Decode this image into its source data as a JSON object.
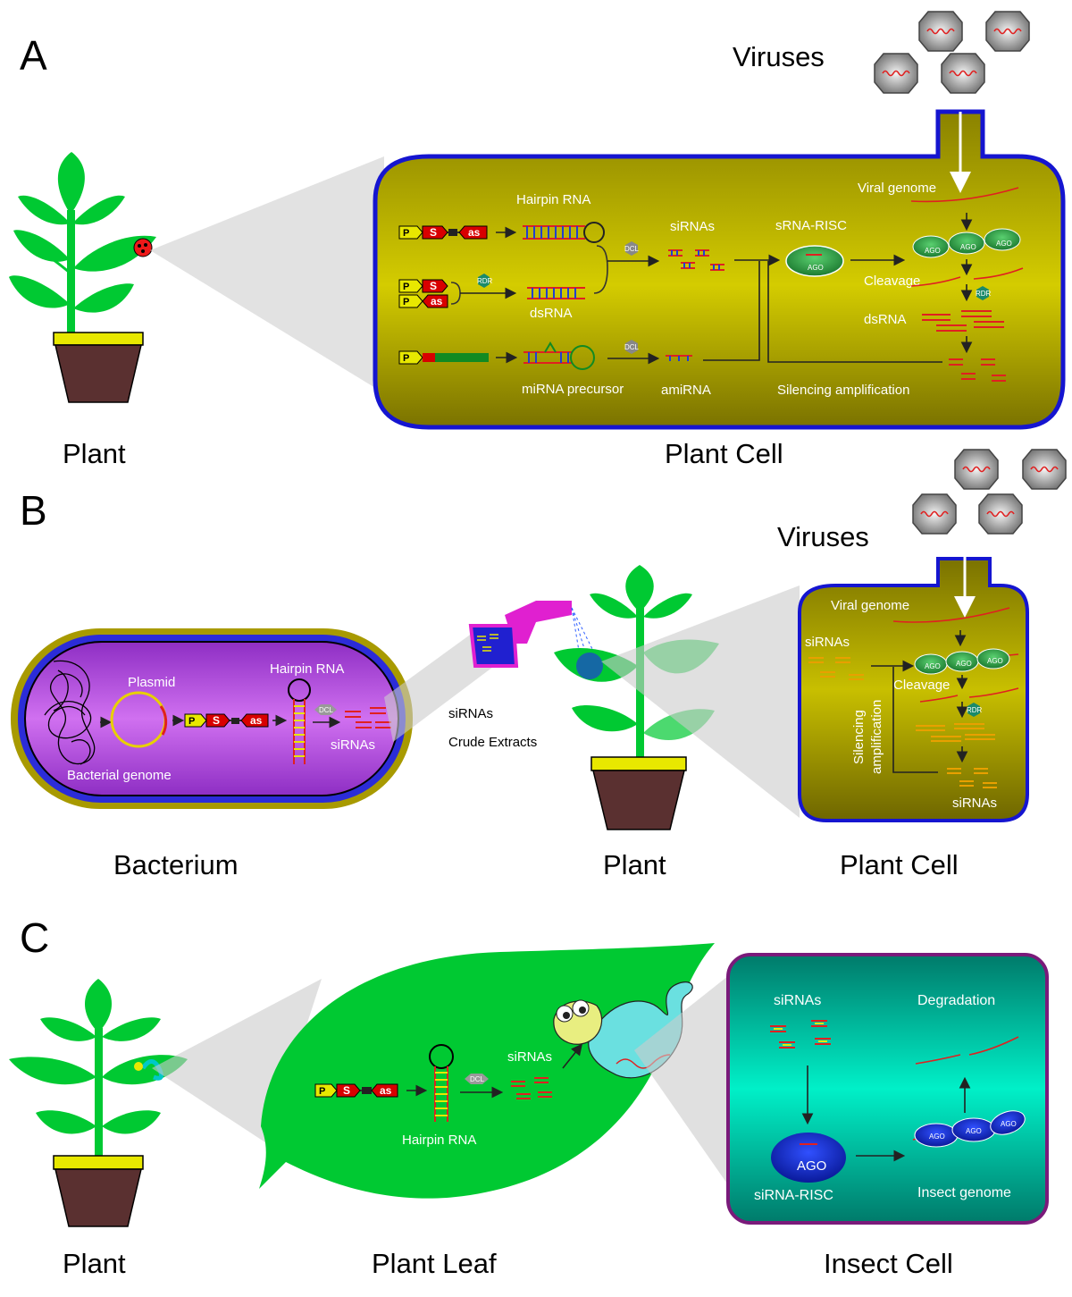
{
  "panels": {
    "a": {
      "letter": "A",
      "viruses_label": "Viruses",
      "plant_label": "Plant",
      "cell_label": "Plant Cell",
      "labels": {
        "hairpin": "Hairpin RNA",
        "sirnas": "siRNAs",
        "srna_risc": "sRNA-RISC",
        "viral_genome": "Viral genome",
        "cleavage": "Cleavage",
        "dsrna_left": "dsRNA",
        "dsrna_right": "dsRNA",
        "mirna_precursor": "miRNA precursor",
        "amirna": "amiRNA",
        "silencing_amp": "Silencing amplification",
        "dcl": "DCL",
        "rdr": "RDR",
        "ago": "AGO",
        "p": "P",
        "s": "S",
        "as": "as"
      }
    },
    "b": {
      "letter": "B",
      "viruses_label": "Viruses",
      "bacterium_label": "Bacterium",
      "plant_label": "Plant",
      "cell_label": "Plant Cell",
      "labels": {
        "plasmid": "Plasmid",
        "hairpin": "Hairpin RNA",
        "dcl": "DCL",
        "sirnas_bact": "siRNAs",
        "bacterial_genome": "Bacterial genome",
        "spray_line1": "siRNAs",
        "spray_line2": "Crude Extracts",
        "viral_genome": "Viral genome",
        "sirnas_cell": "siRNAs",
        "cleavage": "Cleavage",
        "silencing": "Silencing",
        "amplification": "amplification",
        "sirnas_bottom": "siRNAs",
        "rdr": "RDR",
        "ago": "AGO",
        "p": "P",
        "s": "S",
        "as": "as"
      }
    },
    "c": {
      "letter": "C",
      "plant_label": "Plant",
      "leaf_label": "Plant Leaf",
      "cell_label": "Insect Cell",
      "labels": {
        "dcl": "DCL",
        "sirnas_leaf": "siRNAs",
        "hairpin": "Hairpin RNA",
        "sirnas_cell": "siRNAs",
        "degradation": "Degradation",
        "ago": "AGO",
        "sirna_risc": "siRNA-RISC",
        "insect_genome": "Insect genome",
        "p": "P",
        "s": "S",
        "as": "as"
      }
    }
  },
  "colors": {
    "leaf": "#00c932",
    "pot_rim": "#e8e800",
    "pot": "#5a3030",
    "cell_fill": "#a39900",
    "cell_border": "#1515d0",
    "bacterium": "#a040d0",
    "insect_cell": "#00c8a8",
    "insect_border": "#7a1a7a",
    "rna": "#e02020",
    "ago": "#2ea84a"
  }
}
